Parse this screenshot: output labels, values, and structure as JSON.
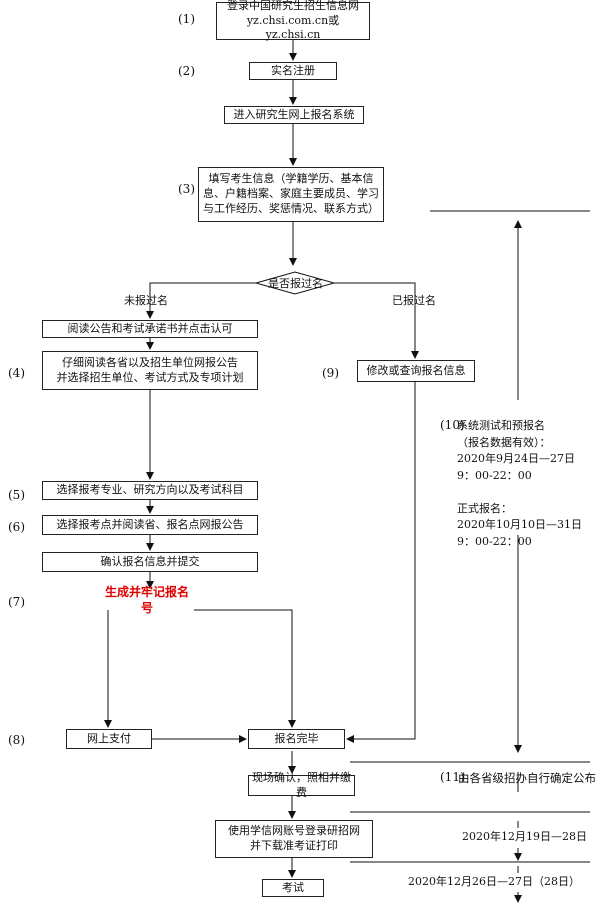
{
  "steps": {
    "n1": "(1)",
    "n2": "(2)",
    "n3": "(3)",
    "n4": "(4)",
    "n5": "(5)",
    "n6": "(6)",
    "n7": "(7)",
    "n8": "(8)",
    "n9": "(9)",
    "n10": "(10)",
    "n11": "(11)"
  },
  "boxes": {
    "login": "登录中国研究生招生信息网\nyz.chsi.com.cn或yz.chsi.cn",
    "register": "实名注册",
    "enter_system": "进入研究生网上报名系统",
    "fill_info": "填写考生信息（学籍学历、基本信息、户籍档案、家庭主要成员、学习与工作经历、奖惩情况、联系方式）",
    "decision": "是否报过名",
    "read_notice": "阅读公告和考试承诺书并点击认可",
    "read_carefully": "仔细阅读各省以及招生单位网报公告\n并选择招生单位、考试方式及专项计划",
    "choose_major": "选择报考专业、研究方向以及考试科目",
    "choose_site": "选择报考点并阅读省、报名点网报公告",
    "confirm_submit": "确认报名信息并提交",
    "generate_number": "生成并牢记报名号",
    "pay_online": "网上支付",
    "complete": "报名完毕",
    "modify": "修改或查询报名信息",
    "onsite_confirm": "现场确认，照相并缴费",
    "download_ticket": "使用学信网账号登录研招网\n并下载准考证打印",
    "exam": "考试"
  },
  "labels": {
    "not_registered": "未报过名",
    "registered": "已报过名",
    "schedule_10": "系统测试和预报名\n（报名数据有效）：\n2020年9月24日—27日\n9：00-22：00\n\n正式报名：\n2020年10月10日—31日\n9：00-22：00",
    "schedule_11": "由各省级招办自行确定公布",
    "date_download": "2020年12月19日—28日",
    "date_exam": "2020年12月26日—27日（28日）"
  }
}
